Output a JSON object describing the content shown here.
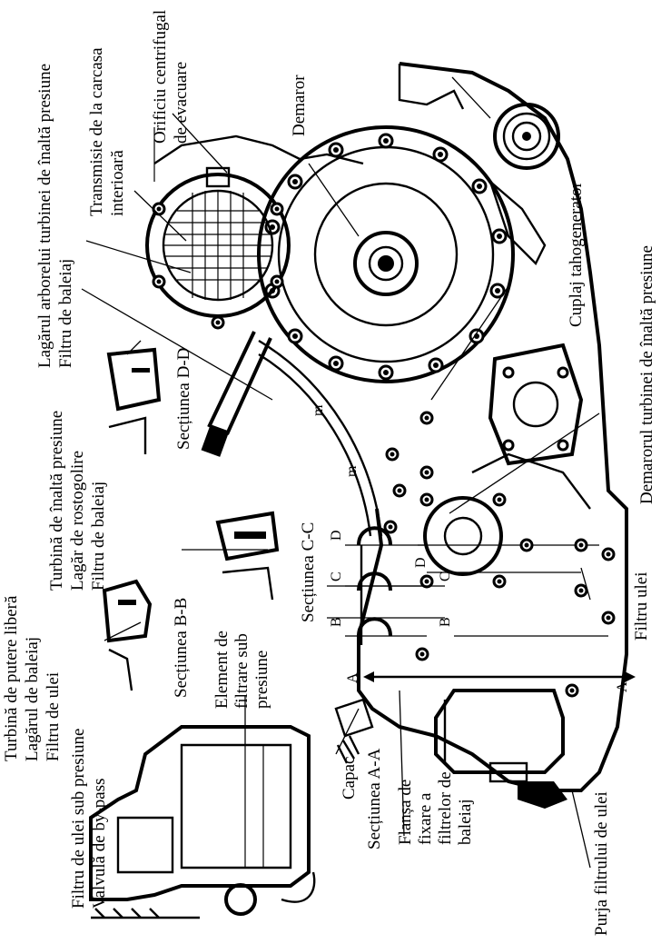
{
  "labels": {
    "filtru_ulei_sub_presiune": "Filtru de ulei sub presiune",
    "valvula_bypass": "Valvulă de by-pass",
    "turbina_putere_libera": "Turbină de putere liberă",
    "lagarul_baleiaj": "Lagărul de baleiaj",
    "filtru_de_ulei": "Filtru de ulei",
    "element_filtrare_1": "Element de",
    "element_filtrare_2": "filtrare sub",
    "element_filtrare_3": "presiune",
    "sectiunea_bb": "Secțiunea B-B",
    "capac": "Capac",
    "sectiunea_aa": "Secțiunea A-A",
    "flansa_1": "Flanșa de",
    "flansa_2": "fixare a",
    "flansa_3": "filtrelor de",
    "flansa_4": "baleiaj",
    "turbina_inalta_presiune": "Turbină de înaltă presiune",
    "lagar_rostogolire": "Lagăr de rostogolire",
    "filtru_baleiaj_1": "Filtru de baleiaj",
    "sectiunea_cc": "Secțiunea C-C",
    "lagarul_arborelui": "Lagărul arborelui turbinei de înaltă presiune",
    "filtru_baleiaj_2": "Filtru de baleiaj",
    "sectiunea_dd": "Secțiunea D-D",
    "transmisie_1": "Transmisie de la carcasa",
    "transmisie_2": "interioară",
    "orificiu_1": "Orificiu centrifugal",
    "orificiu_2": "de evacuare",
    "demaror": "Demaror",
    "cuplaj_tahogenerator": "Cuplaj tahogenerator",
    "demarorul_turbinei": "Demarorul turbinei de înaltă presiune",
    "filtru_ulei": "Filtru ulei",
    "purja_filtrului": "Purja filtrului de ulei"
  },
  "section_marks": {
    "a": "A",
    "b": "B",
    "c": "C",
    "d": "D"
  },
  "casting_marks": {
    "m": "m"
  }
}
